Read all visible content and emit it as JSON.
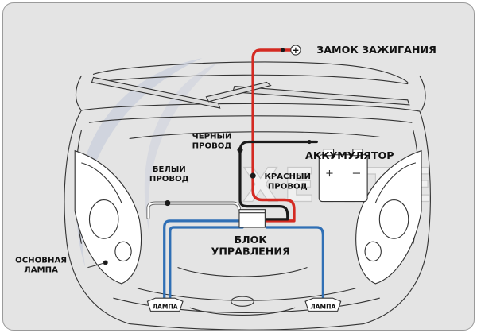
{
  "labels": {
    "ignition": "ЗАМОК ЗАЖИГАНИЯ",
    "black_wire_1": "ЧЕРНЫЙ",
    "black_wire_2": "ПРОВОД",
    "battery": "АККУМУЛЯТОР",
    "white_wire_1": "БЕЛЫЙ",
    "white_wire_2": "ПРОВОД",
    "red_wire_1": "КРАСНЫЙ",
    "red_wire_2": "ПРОВОД",
    "control_unit_1": "БЛОК",
    "control_unit_2": "УПРАВЛЕНИЯ",
    "main_lamp_1": "ОСНОВНАЯ",
    "main_lamp_2": "ЛАМПА",
    "lamp_left": "ЛАМПА",
    "lamp_right": "ЛАМПА",
    "plus_symbol": "+"
  },
  "watermark": "XENTE",
  "colors": {
    "background": "#e4e4e4",
    "outline": "#333333",
    "red_wire": "#d42a22",
    "blue_wire": "#2f6fb5",
    "black_wire": "#1a1a1a",
    "white_wire": "#ffffff",
    "watermark_swoosh": "#bcc4d6"
  }
}
